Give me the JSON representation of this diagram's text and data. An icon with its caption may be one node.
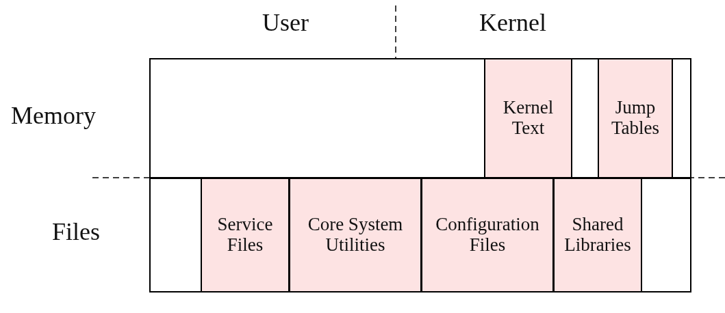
{
  "diagram": {
    "nodes": [
      {
        "text": [],
        "shape": "box"
      },
      {
        "text": [
          "Kernel Text"
        ],
        "in": 0
      },
      {
        "text": [
          "Jump Tables"
        ],
        "in": 0
      },
      {
        "text": [],
        "shape": "box"
      },
      {
        "text": [
          "Service Files"
        ],
        "in": 3
      },
      {
        "text": [
          "Core System Utilities"
        ],
        "in": 3
      },
      {
        "text": [
          "Configuration Files"
        ],
        "in": 3
      },
      {
        "text": [
          "Shared Libraries"
        ],
        "in": 3
      }
    ],
    "edges": [],
    "labels": [
      "User",
      "Kernel",
      "Memory",
      "Files"
    ]
  }
}
